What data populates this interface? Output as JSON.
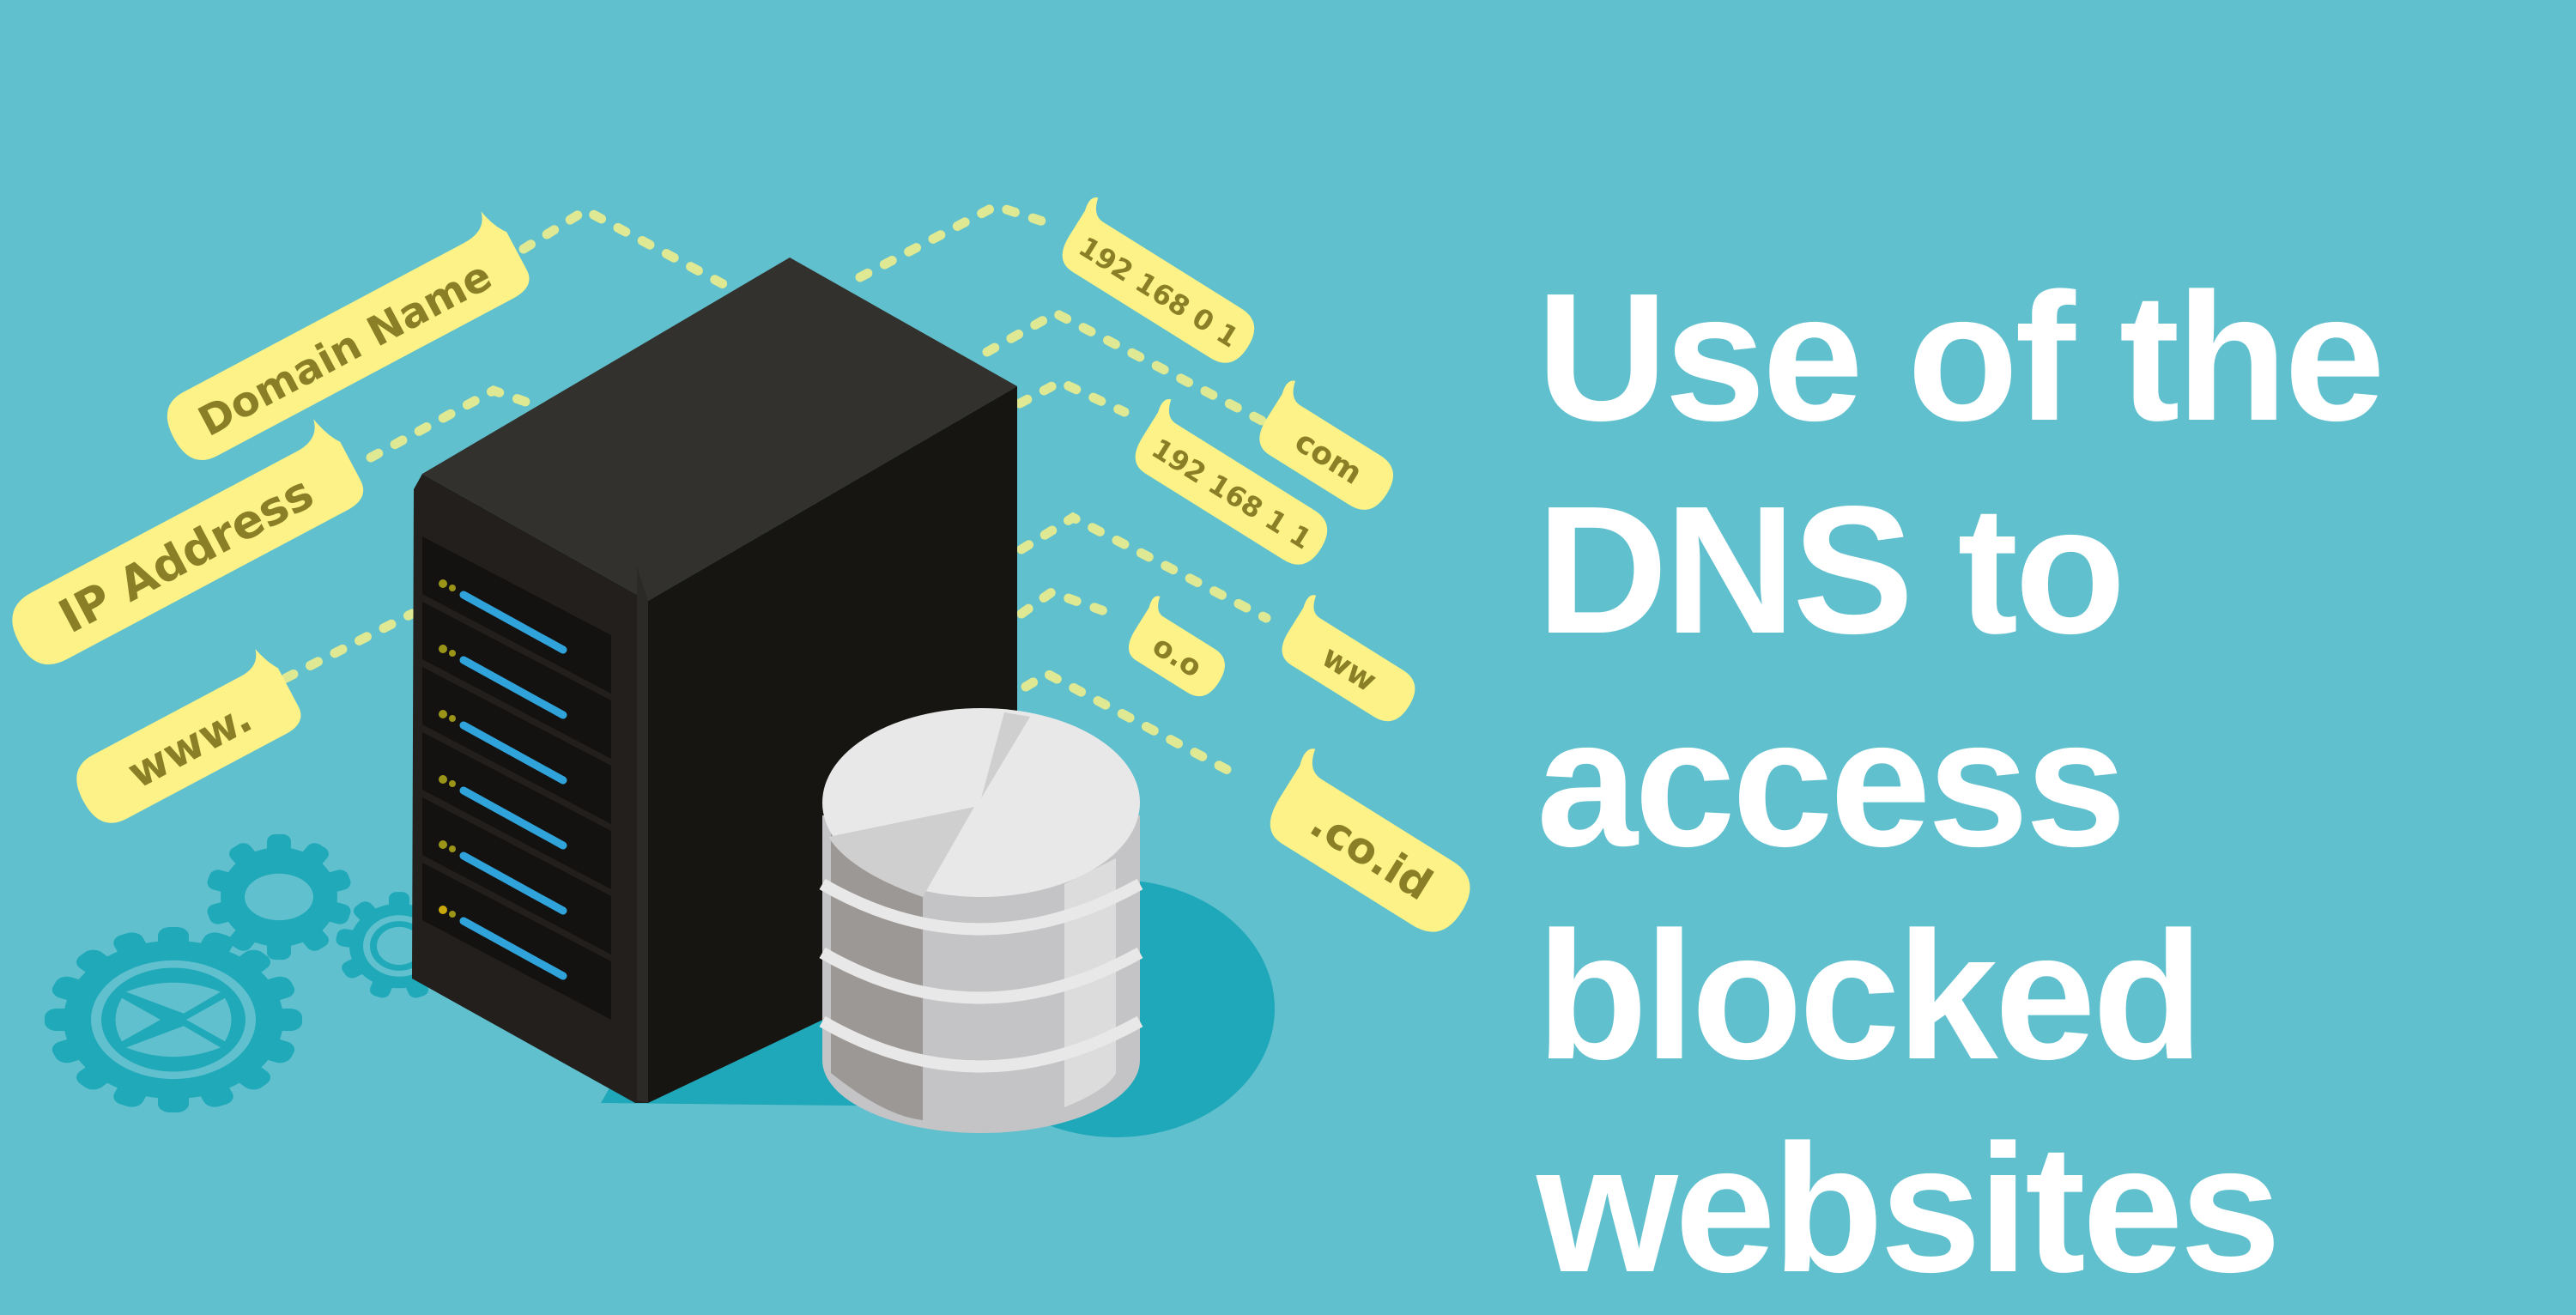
{
  "title": {
    "lines": [
      "Use of the",
      "DNS to",
      "access",
      "blocked",
      "websites"
    ],
    "color": "#ffffff"
  },
  "colors": {
    "background": "#61c0ce",
    "shadow": "#1ea8b9",
    "gear": "#1fa9b9",
    "bubble": "#fdf287",
    "bubble_text": "#8a7f26",
    "dots": "#dfe993",
    "server_top": "#33312d",
    "server_side": "#161511",
    "server_front": "#221f1c",
    "led_blue": "#2fa3da",
    "led_yellow": "#9a9518",
    "db_light": "#e8e8e8",
    "db_mid": "#c4c4c6",
    "db_dark": "#9c9896"
  },
  "left_labels": [
    {
      "text": "Domain Name"
    },
    {
      "text": "IP Address"
    },
    {
      "text": "www."
    }
  ],
  "right_labels": [
    {
      "text": "192 168 0 1"
    },
    {
      "text": "com"
    },
    {
      "text": "192 168 1 1"
    },
    {
      "text": "o.o"
    },
    {
      "text": "ww"
    },
    {
      "text": ".co.id"
    }
  ],
  "illustration": {
    "server_bays": 6,
    "database_disks": 4,
    "gears": 3
  }
}
